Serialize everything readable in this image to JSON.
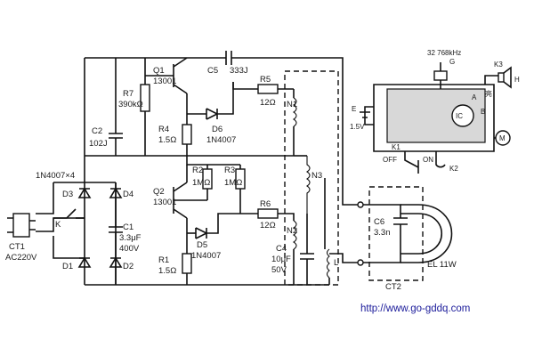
{
  "labels": {
    "q1": "Q1",
    "q1_part": "13001",
    "q2": "Q2",
    "q2_part": "13001",
    "c5": "C5",
    "c5_val": "333J",
    "r5": "R5",
    "r5_val": "12Ω",
    "r7": "R7",
    "r7_val": "390kΩ",
    "r4": "R4",
    "r4_val": "1.5Ω",
    "d6": "D6",
    "d6_part": "1N4007",
    "c2": "C2",
    "c2_val": "102J",
    "r2": "R2",
    "r2_val": "1MΩ",
    "r3": "R3",
    "r3_val": "1MΩ",
    "r6": "R6",
    "r6_val": "12Ω",
    "n1": "N1",
    "n2": "N2",
    "n3": "N3",
    "d5": "D5",
    "d5_part": "1N4007",
    "r1": "R1",
    "r1_val": "1.5Ω",
    "c1": "C1",
    "c1_val1": "3.3μF",
    "c1_val2": "400V",
    "c4": "C4",
    "c4_val1": "10μF",
    "c4_val2": "50V",
    "l": "L",
    "bridge": "1N4007×4",
    "d1": "D1",
    "d2": "D2",
    "d3": "D3",
    "d4": "D4",
    "k": "K",
    "ct1": "CT1",
    "ac": "AC220V",
    "c6": "C6",
    "c6_val": "3.3n",
    "ct2": "CT2",
    "el": "EL 11W",
    "xtal": "32 768kHz",
    "g": "G",
    "k3": "K3",
    "h": "H",
    "a": "A",
    "b": "B",
    "ic": "IC",
    "m": "M",
    "e": "E",
    "e_val": "1.5V",
    "k1": "K1",
    "off": "OFF",
    "on": "ON",
    "k2": "K2",
    "zh": "亮"
  },
  "watermark": "http://www.go-gddq.com"
}
